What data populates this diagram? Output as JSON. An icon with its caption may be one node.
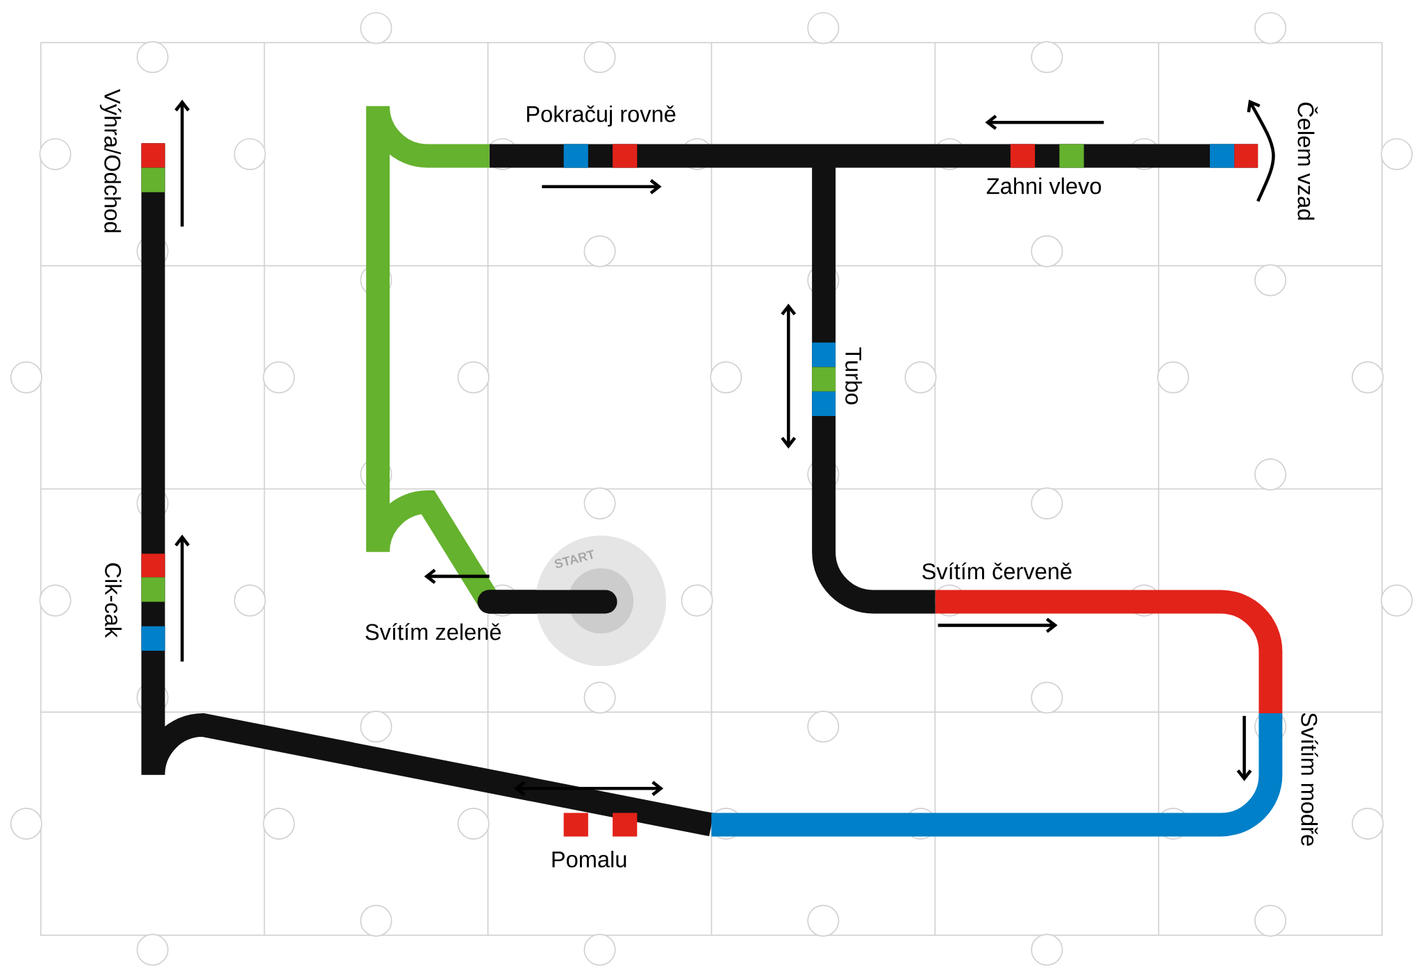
{
  "diagram": {
    "nodes": [
      {
        "text": [
          "START"
        ]
      }
    ],
    "labels": [
      "Výhra/Odchod",
      "Pokračuj rovně",
      "Čelem vzad",
      "Zahni vlevo",
      "Turbo",
      "Svítím červeně",
      "Cik-cak",
      "Svítím zeleně",
      "Svítím modře",
      "Pomalu"
    ]
  }
}
